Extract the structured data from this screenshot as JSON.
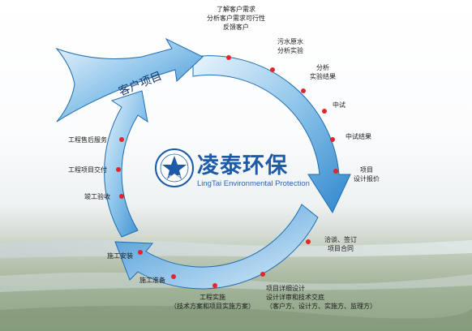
{
  "brand": {
    "name_cn": "凌泰环保",
    "name_en": "LingTai Environmental Protection",
    "logo_cn_left": "凌",
    "logo_cn_right": "泰"
  },
  "center_arrow_label": "客户项目",
  "steps": [
    {
      "lines": [
        "了解客户需求",
        "分析客户需求可行性",
        "反馈客户"
      ]
    },
    {
      "lines": [
        "污水原水",
        "分析实验"
      ]
    },
    {
      "lines": [
        "分析",
        "实验结果"
      ]
    },
    {
      "lines": [
        "中试"
      ]
    },
    {
      "lines": [
        "中试结果"
      ]
    },
    {
      "lines": [
        "项目",
        "设计报价"
      ]
    },
    {
      "lines": [
        "洽谈、签订",
        "项目合同"
      ]
    },
    {
      "lines": [
        "项目详细设计",
        "设计详审和技术交底",
        "（客户方、设计方、实施方、监理方）"
      ]
    },
    {
      "lines": [
        "工程实施",
        "（技术方案和项目实施方案）"
      ]
    },
    {
      "lines": [
        "施工准备"
      ]
    },
    {
      "lines": [
        "施工安装"
      ]
    },
    {
      "lines": [
        "竣工验收"
      ]
    },
    {
      "lines": [
        "工程项目交付"
      ]
    },
    {
      "lines": [
        "工程售后服务"
      ]
    }
  ],
  "colors": {
    "ring_light": "#eaf4fc",
    "ring_mid": "#8cc4ea",
    "ring_dark": "#2f86cc",
    "dot": "#e2262c",
    "brand_blue": "#1e5aa8"
  }
}
